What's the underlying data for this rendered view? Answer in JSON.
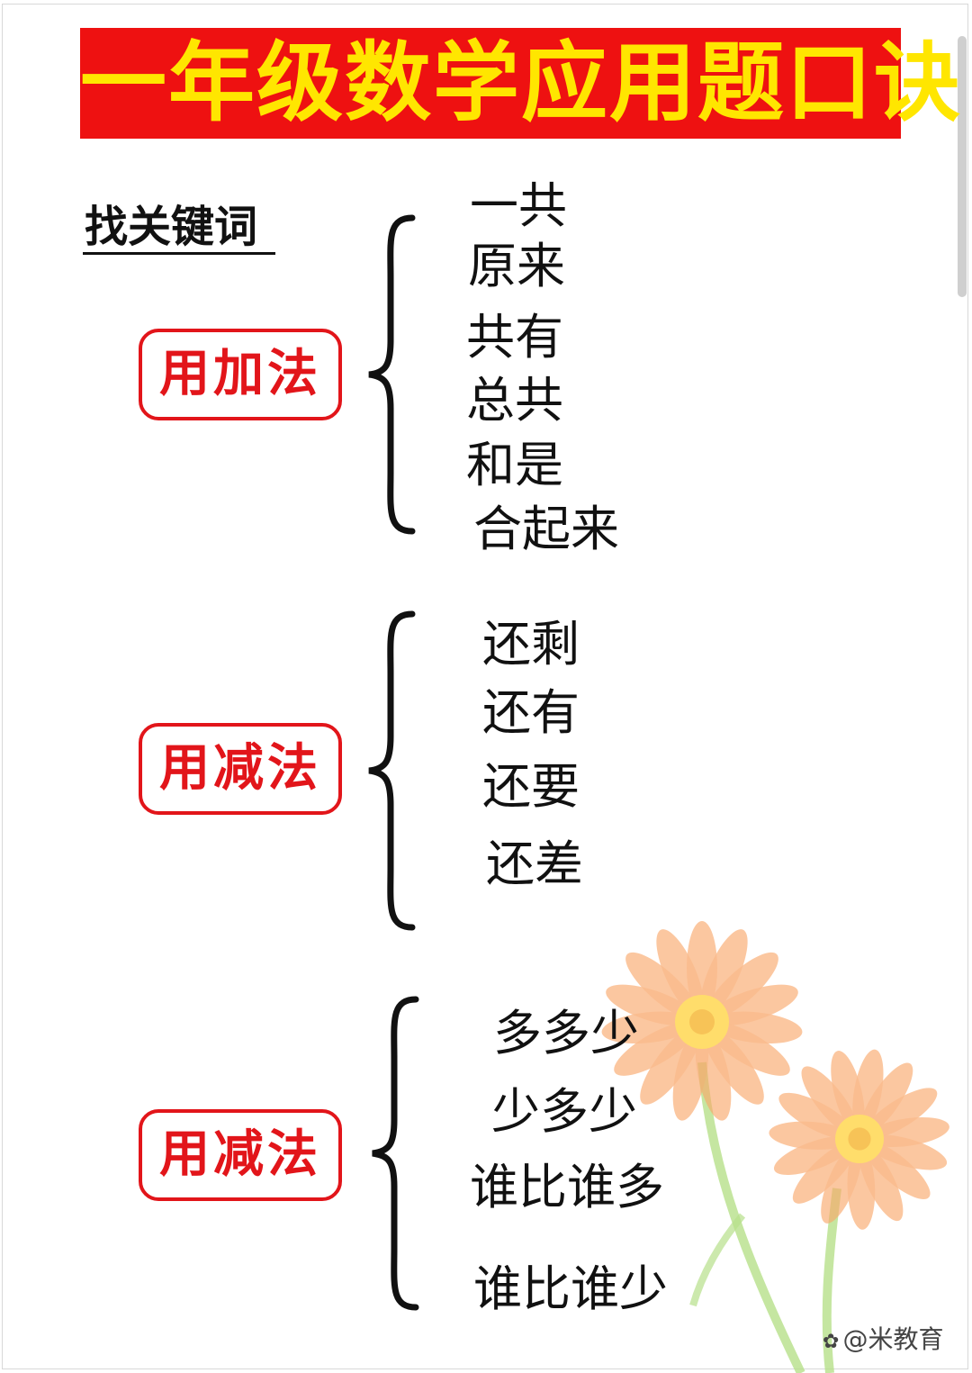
{
  "title": "一年级数学应用题口诀",
  "keyword_heading": "找关键词",
  "groups": [
    {
      "method": "用加法",
      "keywords": [
        "一共",
        "原来",
        "共有",
        "总共",
        "和是",
        "合起来"
      ]
    },
    {
      "method": "用减法",
      "keywords": [
        "还剩",
        "还有",
        "还要",
        "还差"
      ]
    },
    {
      "method": "用减法",
      "keywords": [
        "多多少",
        "少多少",
        "谁比谁多",
        "谁比谁少"
      ]
    }
  ],
  "watermark": {
    "icon": "paw-icon",
    "text": "@米教育"
  },
  "colors": {
    "banner_red": "#ee1111",
    "title_yellow": "#ffe600",
    "box_red": "#e2151a"
  }
}
